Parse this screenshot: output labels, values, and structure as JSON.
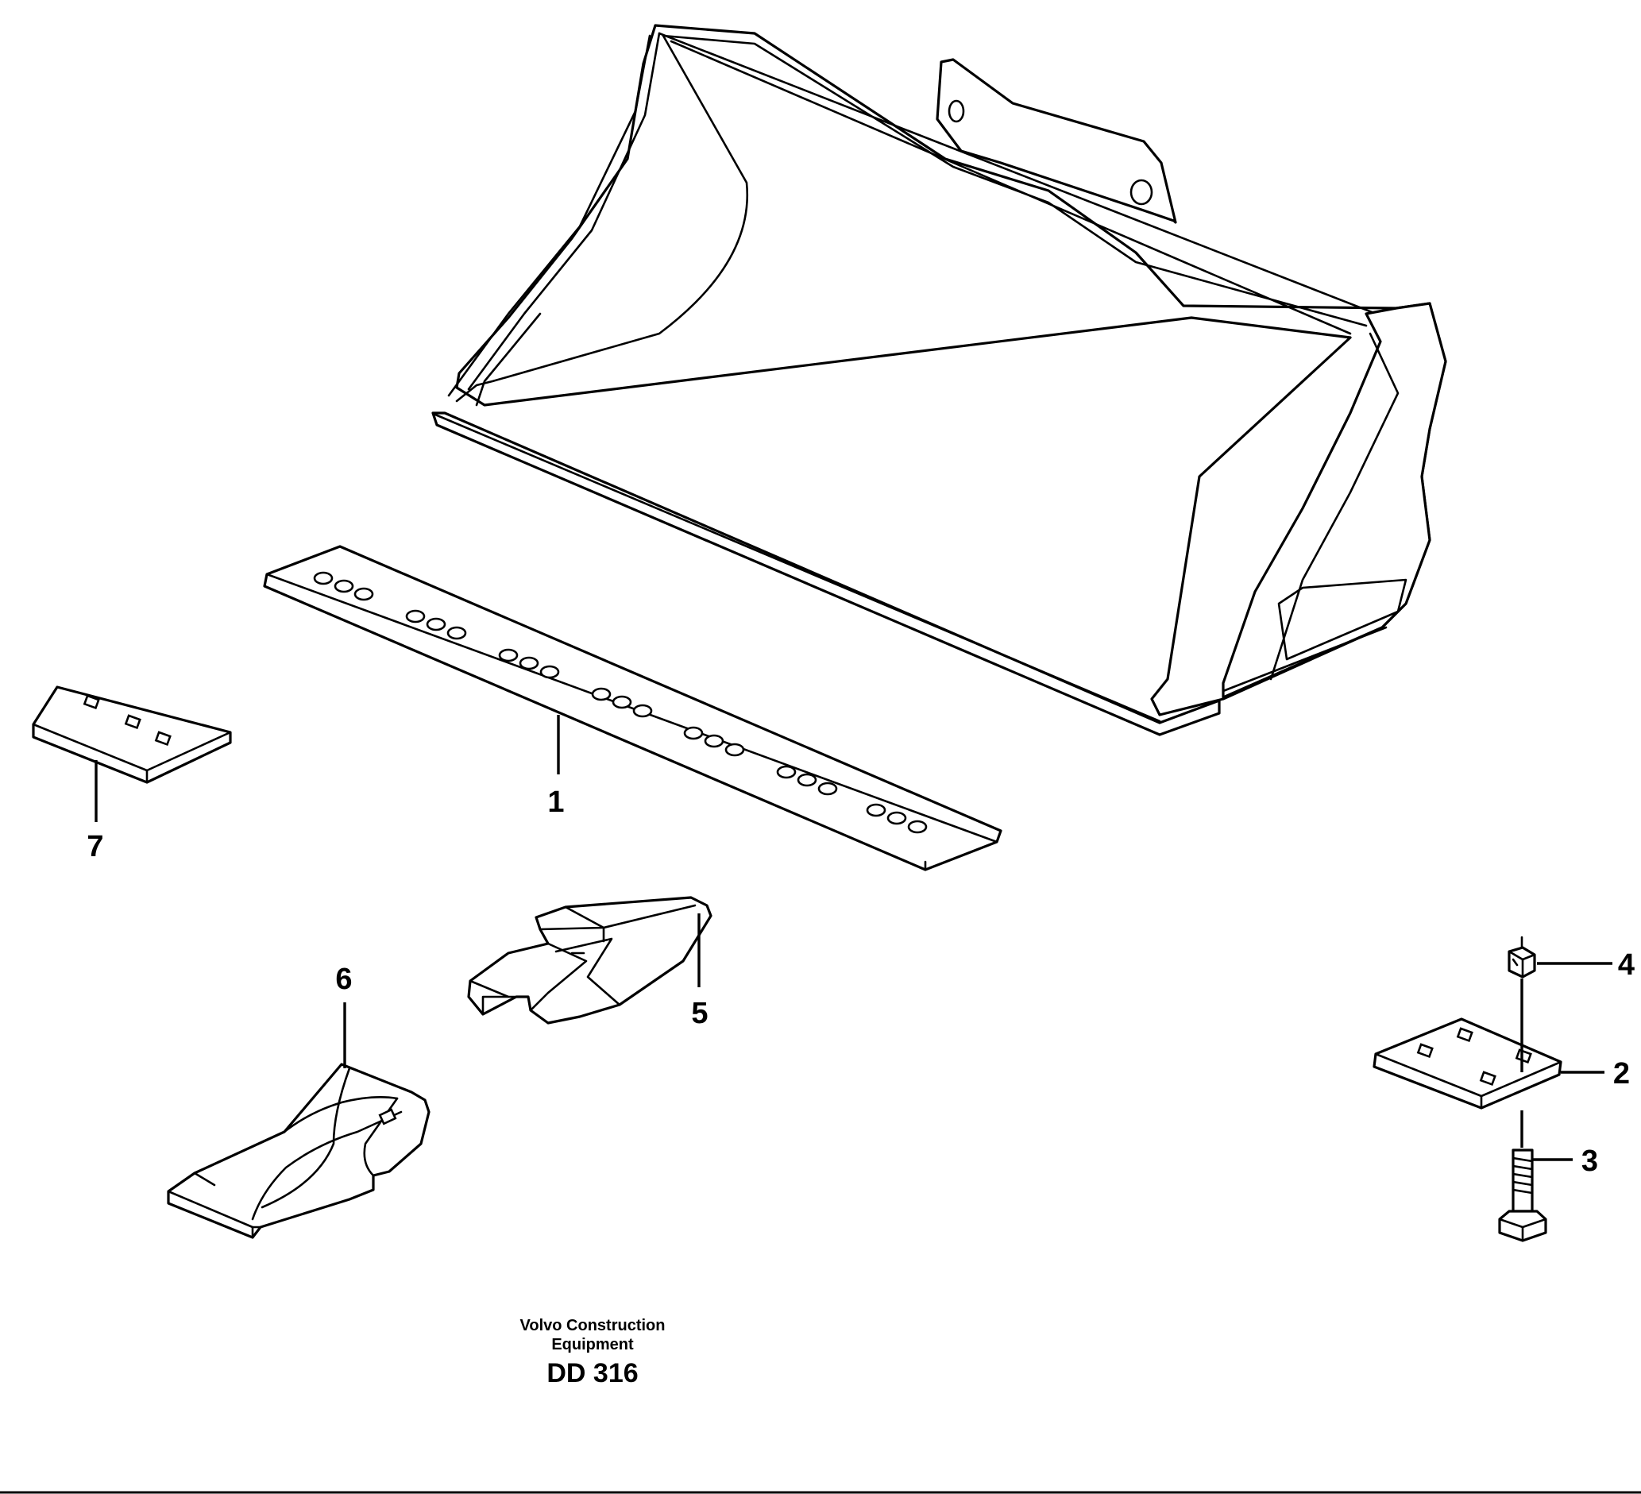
{
  "callouts": {
    "part_1": "1",
    "part_2": "2",
    "part_3": "3",
    "part_4": "4",
    "part_5": "5",
    "part_6": "6",
    "part_7": "7"
  },
  "footer": {
    "company_line_1": "Volvo Construction",
    "company_line_2": "Equipment",
    "drawing_code": "DD 316"
  },
  "colors": {
    "ink": "#000000",
    "paper": "#ffffff"
  }
}
